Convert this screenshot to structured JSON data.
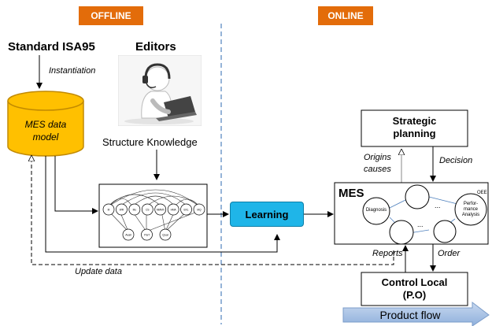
{
  "offline": {
    "label": "OFFLINE",
    "color": "#e36c0a"
  },
  "online": {
    "label": "ONLINE",
    "color": "#e36c0a"
  },
  "standard": "Standard ISA95",
  "instantiation": "Instantiation",
  "editors": "Editors",
  "mes_data_model": {
    "line1": "MES data",
    "line2": "model",
    "fill": "#ffc000",
    "stroke": "#c28a00"
  },
  "structure_knowledge": "Structure Knowledge",
  "network_nodes": [
    "M",
    "WR",
    "Mo",
    "CS",
    "MMMh",
    "HMA",
    "EKL",
    "MQ"
  ],
  "network_bottom_nodes": [
    "Avail",
    "Perf",
    "Qual"
  ],
  "learning": {
    "label": "Learning",
    "fill": "#1fb5e8"
  },
  "update_data": "Update data",
  "strategic": {
    "line1": "Strategic",
    "line2": "planning"
  },
  "origins_causes": {
    "line1": "Origins",
    "line2": "causes"
  },
  "decision": "Decision",
  "mes": {
    "label": "MES",
    "diagnosis": "Diagnosis",
    "perf_lines": [
      "Perfor-",
      "mance",
      "Analysis"
    ],
    "oee": "OEE",
    "dots": "..."
  },
  "reports": "Reports",
  "order": "Order",
  "control": {
    "line1": "Control Local",
    "line2": "(P.O)"
  },
  "product_flow": {
    "label": "Product flow",
    "fill": "#9fbde3"
  }
}
